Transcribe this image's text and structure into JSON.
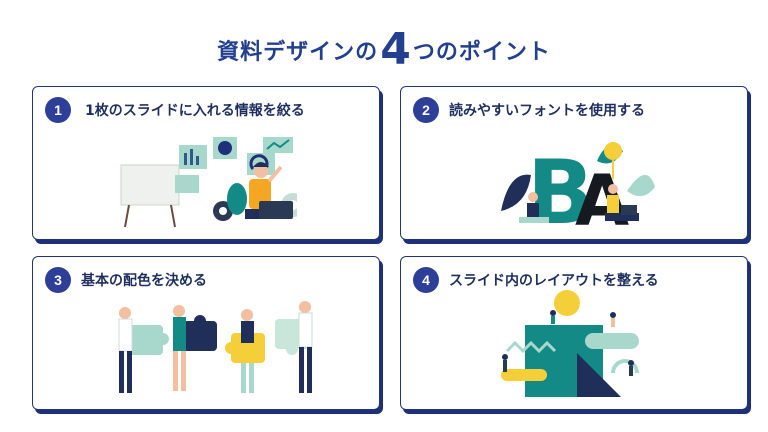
{
  "title": {
    "prefix": "資料デザインの",
    "number": "4",
    "suffix": "つのポイント"
  },
  "points": [
    {
      "number": "1",
      "label": "1枚のスライドに入れる情報を絞る"
    },
    {
      "number": "2",
      "label": "読みやすいフォントを使用する"
    },
    {
      "number": "3",
      "label": "基本の配色を決める"
    },
    {
      "number": "4",
      "label": "スライド内のレイアウトを整える"
    }
  ],
  "illustration_letters": {
    "b": "B",
    "a": "A"
  },
  "colors": {
    "primary": "#233f8f",
    "teal": "#148a87",
    "yellow": "#f5cf3a",
    "mint": "#a8d8cc"
  }
}
